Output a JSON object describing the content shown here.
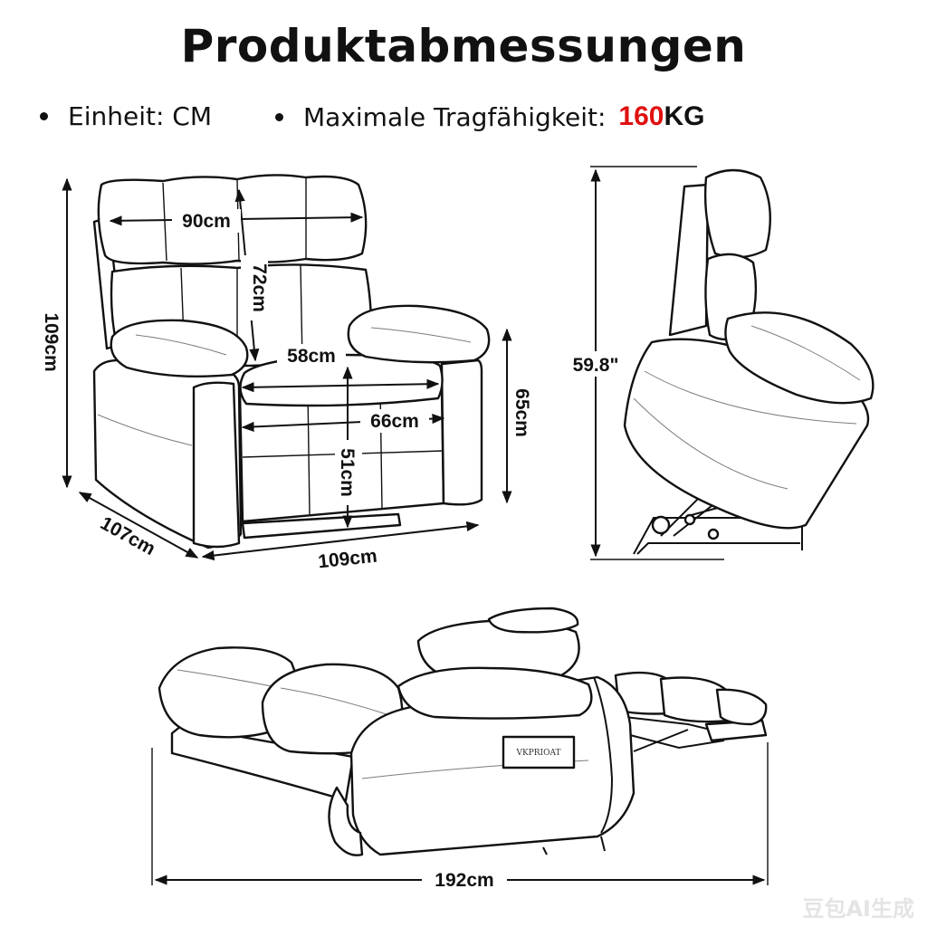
{
  "header": {
    "title": "Produktabmessungen",
    "unit_text": "Einheit: CM",
    "capacity_label": "Maximale Tragfähigkeit:",
    "capacity_value": "160",
    "capacity_unit": "KG"
  },
  "front_view": {
    "backrest_width": "90cm",
    "backrest_height": "72cm",
    "seat_depth": "58cm",
    "seat_width": "66cm",
    "seat_height": "51cm",
    "armrest_height": "65cm",
    "overall_height": "109cm",
    "overall_depth": "107cm",
    "overall_width": "109cm"
  },
  "side_view": {
    "lift_height": "59.8\""
  },
  "reclined_view": {
    "tag_text": "VKPRIOAT",
    "overall_length": "192cm"
  },
  "watermark": "豆包AI生成",
  "colors": {
    "accent": "#e01010",
    "line": "#111111"
  }
}
